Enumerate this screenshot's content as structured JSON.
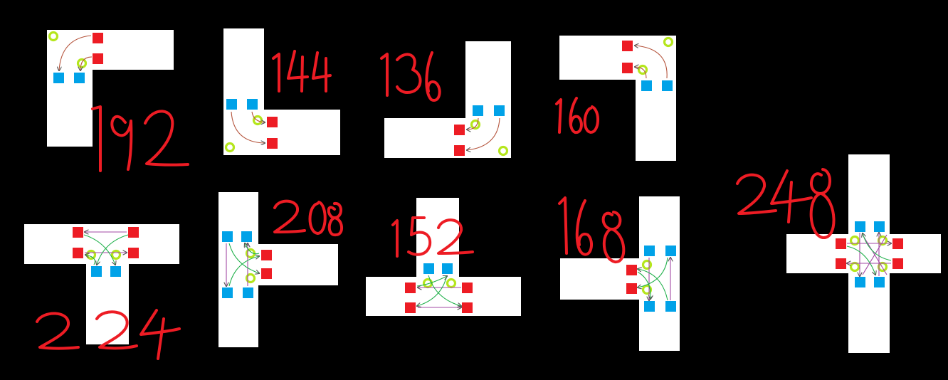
{
  "tiles": [
    {
      "id": "corner-tl",
      "label": "192"
    },
    {
      "id": "corner-bl",
      "label": "144"
    },
    {
      "id": "corner-br",
      "label": "136"
    },
    {
      "id": "corner-tr",
      "label": "160"
    },
    {
      "id": "tee-down",
      "label": "224"
    },
    {
      "id": "tee-right",
      "label": "208"
    },
    {
      "id": "tee-up",
      "label": "152"
    },
    {
      "id": "tee-left",
      "label": "168"
    },
    {
      "id": "cross",
      "label": "248"
    }
  ],
  "colors": {
    "background": "#000000",
    "tile": "#ffffff",
    "signal_red": "#ed1c24",
    "signal_blue": "#00a2e8",
    "ring": "#b5e61d",
    "annotation": "#ed1c24"
  },
  "icons": [
    "red-square-icon",
    "blue-square-icon",
    "green-ring-icon",
    "arrow-arc-icon"
  ]
}
